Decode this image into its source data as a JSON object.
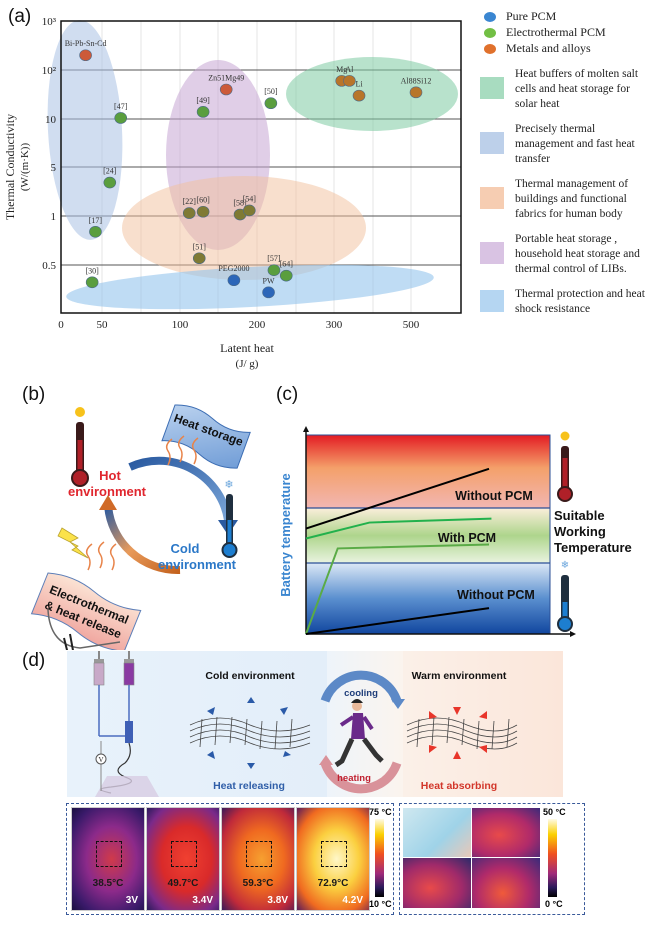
{
  "panels": {
    "a": {
      "label": "(a)"
    },
    "b": {
      "label": "(b)"
    },
    "c": {
      "label": "(c)"
    },
    "d": {
      "label": "(d)"
    }
  },
  "chart_data": [
    {
      "type": "scatter",
      "panel": "a",
      "xlabel": "Latent heat",
      "xlabel_units": "(J/ g)",
      "ylabel": "Thermal Conductivity",
      "ylabel_units": "(W/(m·K))",
      "x_ticks": [
        "0",
        "50",
        "100",
        "200",
        "300",
        "500"
      ],
      "y_ticks": [
        "10³",
        "10²",
        "10",
        "5",
        "1",
        "0.5"
      ],
      "x_scale": "nonuniform",
      "y_scale": "nonuniform",
      "grid": true,
      "legend_position": "right",
      "series": [
        {
          "name": "Pure PCM",
          "color": "#2f6fc0",
          "points": [
            {
              "label": "PEG2000",
              "x": 170,
              "y": 0.3
            },
            {
              "label": "PW",
              "x": 215,
              "y": 0.2
            }
          ]
        },
        {
          "name": "Electrothermal PCM",
          "color": "#5cb347",
          "points": [
            {
              "label": "[47]",
              "x": 62,
              "y": 10.5
            },
            {
              "label": "[24]",
              "x": 55,
              "y": 3
            },
            {
              "label": "[17]",
              "x": 42,
              "y": 0.8
            },
            {
              "label": "[30]",
              "x": 38,
              "y": 0.28
            },
            {
              "label": "[49]",
              "x": 130,
              "y": 14
            },
            {
              "label": "[50]",
              "x": 218,
              "y": 21
            },
            {
              "label": "[22]",
              "x": 112,
              "y": 1.1
            },
            {
              "label": "[60]",
              "x": 130,
              "y": 1.15
            },
            {
              "label": "[58]",
              "x": 178,
              "y": 1.05
            },
            {
              "label": "[54]",
              "x": 190,
              "y": 1.2
            },
            {
              "label": "[51]",
              "x": 125,
              "y": 0.55
            },
            {
              "label": "[57]",
              "x": 222,
              "y": 0.42
            },
            {
              "label": "[64]",
              "x": 238,
              "y": 0.35
            }
          ]
        },
        {
          "name": "Metals and alloys",
          "color": "#d0702e",
          "points": [
            {
              "label": "Bi-Pb-Sn-Cd",
              "x": 30,
              "y": 200
            },
            {
              "label": "Zn51Mg49",
              "x": 160,
              "y": 40
            },
            {
              "label": "Mg",
              "x": 320,
              "y": 60
            },
            {
              "label": "Al",
              "x": 340,
              "y": 60
            },
            {
              "label": "Li",
              "x": 365,
              "y": 30
            },
            {
              "label": "Al88Si12",
              "x": 510,
              "y": 35
            }
          ]
        }
      ],
      "regions": [
        {
          "name": "Heat buffers of molten salt cells and heat storage for solar heat",
          "color": "#7dcaa3"
        },
        {
          "name": "Precisely thermal management and fast heat transfer",
          "color": "#a9c1e3"
        },
        {
          "name": "Thermal management of buildings and functional fabrics for human body",
          "color": "#f2bf9c"
        },
        {
          "name": "Portable heat storage , household heat storage and thermal control of LIBs.",
          "color": "#c7a6d4"
        },
        {
          "name": "Thermal protection and heat shock resistance",
          "color": "#94c4ec"
        }
      ]
    },
    {
      "type": "line",
      "panel": "c",
      "ylabel": "Battery temperature",
      "zones": [
        "hot",
        "suitable",
        "cold"
      ],
      "annotations": [
        "Without PCM",
        "With PCM",
        "Without PCM"
      ],
      "side_label": [
        "Suitable",
        "Working",
        "Temperature"
      ],
      "series": [
        {
          "name": "Without PCM (hot)",
          "color": "#000000",
          "points": [
            [
              0,
              0.53
            ],
            [
              0.75,
              0.83
            ]
          ]
        },
        {
          "name": "With PCM (upper)",
          "color": "#22b14c",
          "points": [
            [
              0,
              0.48
            ],
            [
              0.26,
              0.56
            ],
            [
              0.76,
              0.58
            ]
          ]
        },
        {
          "name": "With PCM (lower)",
          "color": "#5aab46",
          "points": [
            [
              0,
              0.0
            ],
            [
              0.13,
              0.43
            ],
            [
              0.75,
              0.45
            ]
          ]
        },
        {
          "name": "Without PCM (cold)",
          "color": "#000000",
          "points": [
            [
              0,
              0.0
            ],
            [
              0.75,
              0.13
            ]
          ]
        }
      ]
    }
  ],
  "legend": {
    "markers": [
      "Pure PCM",
      "Electrothermal PCM",
      "Metals and alloys"
    ],
    "regions": [
      "Heat buffers of molten salt cells and heat storage for solar heat",
      "Precisely thermal management  and fast heat transfer",
      "Thermal management  of buildings and functional fabrics  for human body",
      "Portable heat storage , household heat storage and thermal control of LIBs.",
      "Thermal protection and heat shock resistance"
    ]
  },
  "panel_b": {
    "heat_storage": "Heat storage",
    "hot_line1": "Hot",
    "hot_line2": "environment",
    "cold_line1": "Cold",
    "cold_line2": "environment",
    "electro_line1": "Electrothermal",
    "electro_line2": "& heat release"
  },
  "panel_d": {
    "cold_env": "Cold environment",
    "warm_env": "Warm environment",
    "heat_releasing": "Heat releasing",
    "heat_absorbing": "Heat absorbing",
    "cooling": "cooling",
    "heating": "heating",
    "voltmeter": "V",
    "ir_frames": [
      {
        "temp": "38.5°C",
        "voltage": "3V"
      },
      {
        "temp": "49.7°C",
        "voltage": "3.4V"
      },
      {
        "temp": "59.3°C",
        "voltage": "3.8V"
      },
      {
        "temp": "72.9°C",
        "voltage": "4.2V"
      }
    ],
    "scale1_max": "75 °C",
    "scale1_min": "10 °C",
    "scale2_max": "50 °C",
    "scale2_min": "0 °C"
  }
}
